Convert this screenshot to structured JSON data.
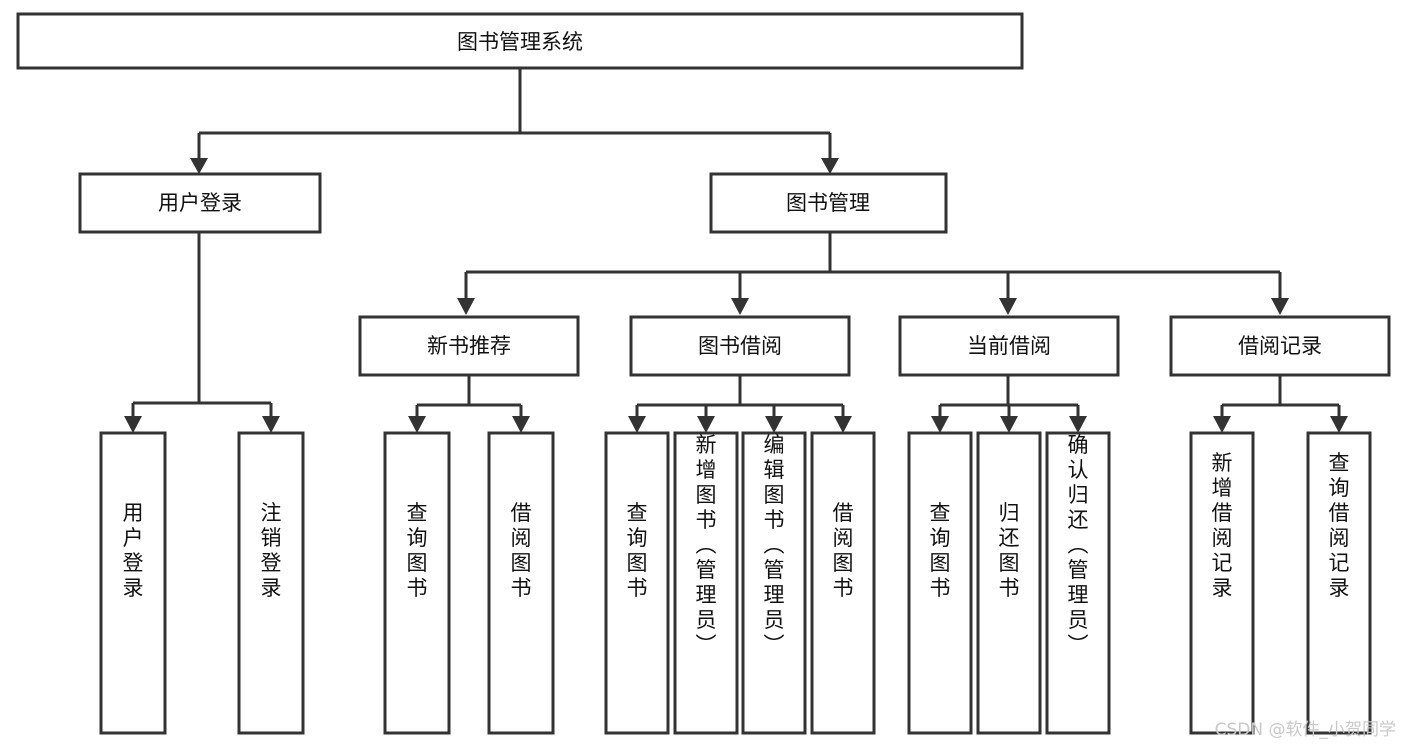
{
  "diagram": {
    "title": "图书管理系统",
    "type": "hierarchy-tree",
    "background_color": "#ffffff",
    "line_color": "#333333",
    "box_fill": "#ffffff",
    "text_color": "#111111",
    "root": {
      "label": "图书管理系统",
      "id": "root-system"
    },
    "level2": [
      {
        "id": "user-login",
        "label": "用户登录"
      },
      {
        "id": "book-management",
        "label": "图书管理"
      }
    ],
    "level3": [
      {
        "id": "new-book-recommend",
        "label": "新书推荐",
        "parent": "book-management"
      },
      {
        "id": "book-borrow",
        "label": "图书借阅",
        "parent": "book-management"
      },
      {
        "id": "current-borrow",
        "label": "当前借阅",
        "parent": "book-management"
      },
      {
        "id": "borrow-record",
        "label": "借阅记录",
        "parent": "book-management"
      }
    ],
    "leaves": {
      "user-login": [
        {
          "id": "leaf-user-login",
          "label": "用户登录"
        },
        {
          "id": "leaf-logout-login",
          "label": "注销登录"
        }
      ],
      "new-book-recommend": [
        {
          "id": "leaf-query-book-1",
          "label": "查询图书"
        },
        {
          "id": "leaf-borrow-book-1",
          "label": "借阅图书"
        }
      ],
      "book-borrow": [
        {
          "id": "leaf-query-book-2",
          "label": "查询图书"
        },
        {
          "id": "leaf-add-book",
          "label": "新增图书（管理员）"
        },
        {
          "id": "leaf-edit-book",
          "label": "编辑图书（管理员）"
        },
        {
          "id": "leaf-borrow-book-2",
          "label": "借阅图书"
        }
      ],
      "current-borrow": [
        {
          "id": "leaf-query-book-3",
          "label": "查询图书"
        },
        {
          "id": "leaf-return-book",
          "label": "归还图书"
        },
        {
          "id": "leaf-confirm-return",
          "label": "确认归还（管理员）"
        }
      ],
      "borrow-record": [
        {
          "id": "leaf-add-record",
          "label": "新增借阅记录"
        },
        {
          "id": "leaf-query-record",
          "label": "查询借阅记录"
        }
      ]
    }
  },
  "watermark": {
    "text": "CSDN @软件_小贺同学",
    "color": "#c9c9c9"
  }
}
